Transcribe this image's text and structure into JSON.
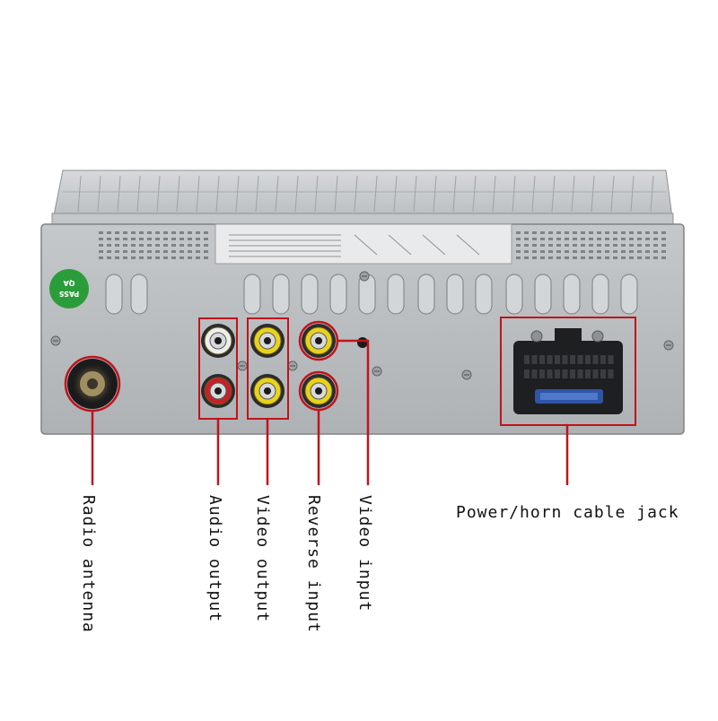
{
  "badge": {
    "text": "QA PASS"
  },
  "callouts": {
    "radio_antenna": "Radio antenna",
    "audio_output": "Audio output",
    "video_output": "Video output",
    "reverse_input": "Reverse input",
    "video_input": "Video input",
    "power_horn": "Power/horn cable jack"
  },
  "colors": {
    "callout_line": "#c0141c",
    "chassis": "#c9ccce",
    "panel": "#b9bdbf",
    "badge": "#2a9d3a",
    "rca_yellow": "#e7d21e",
    "rca_red": "#c8202a",
    "rca_white": "#eeeeee"
  }
}
